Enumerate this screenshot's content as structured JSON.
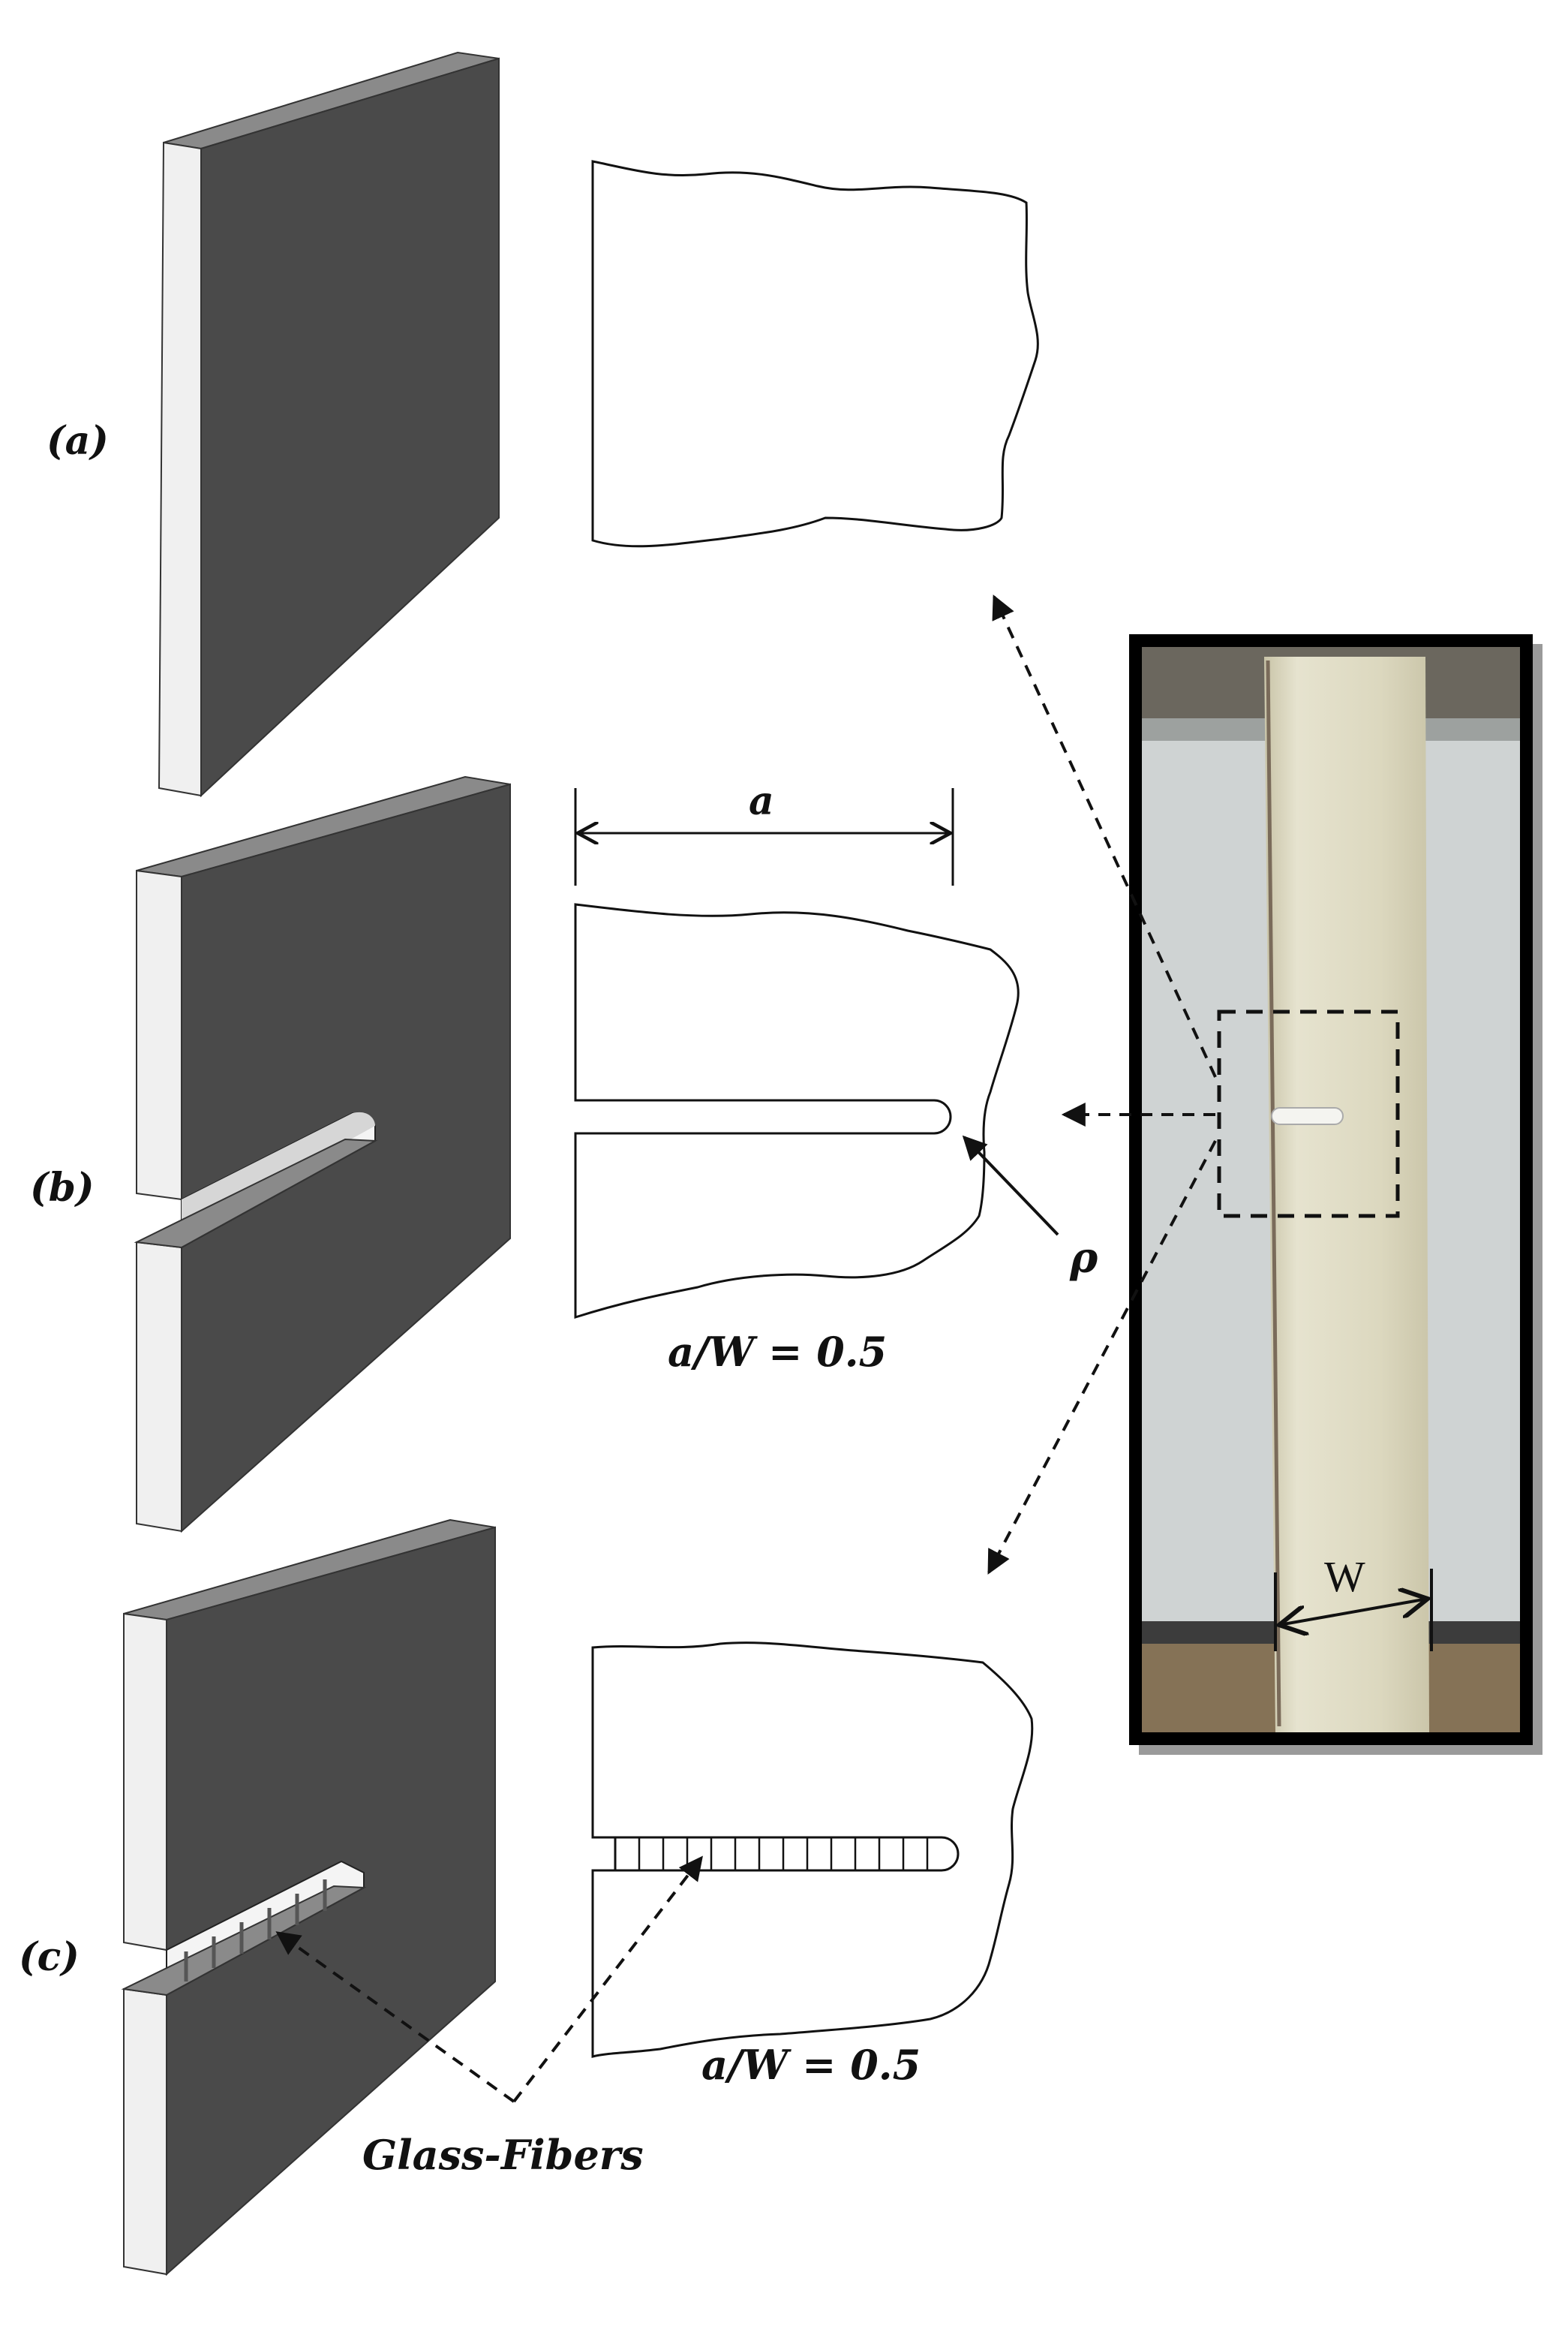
{
  "panels": {
    "a": {
      "label": "(a)"
    },
    "b": {
      "label": "(b)",
      "dimension_label": "a",
      "ratio_label": "a/W = 0.5",
      "radius_label": "ρ"
    },
    "c": {
      "label": "(c)",
      "ratio_label": "a/W = 0.5",
      "fiber_label": "Glass-Fibers"
    }
  },
  "photo": {
    "width_label": "W"
  },
  "colors": {
    "plate_face": "#4a4a4a",
    "plate_top": "#8a8a8a",
    "plate_side": "#f0f0f0",
    "line": "#111111",
    "specimen": "#ddd9c2",
    "photo_bg": "#cfd3d3"
  }
}
